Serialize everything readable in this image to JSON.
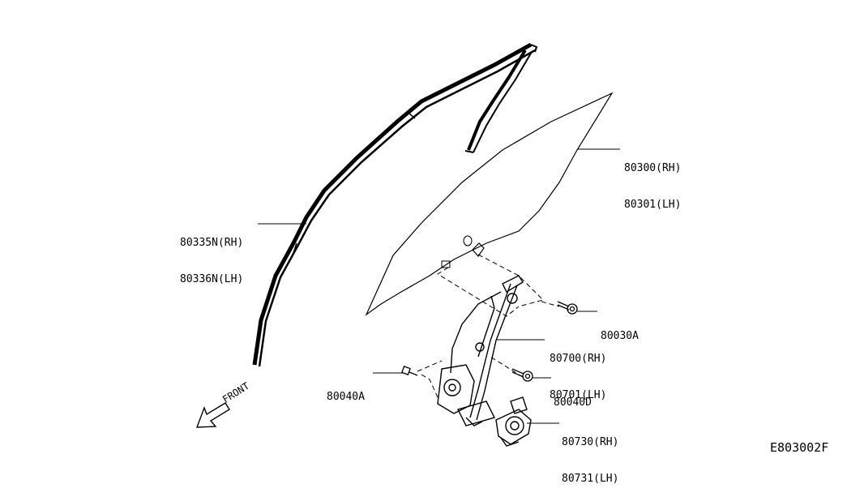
{
  "diagram": {
    "figure_code": "E803002F",
    "direction_label": "FRONT",
    "parts": {
      "run_channel": {
        "rh": "80335N(RH)",
        "lh": "80336N(LH)"
      },
      "door_glass": {
        "rh": "80300(RH)",
        "lh": "80301(LH)"
      },
      "glass_bolt": {
        "code": "80030A"
      },
      "regulator": {
        "rh": "80700(RH)",
        "lh": "80701(LH)"
      },
      "regulator_bolt_left": {
        "code": "80040A"
      },
      "regulator_bolt_right": {
        "code": "80040D"
      },
      "motor": {
        "rh": "80730(RH)",
        "lh": "80731(LH)"
      }
    }
  }
}
